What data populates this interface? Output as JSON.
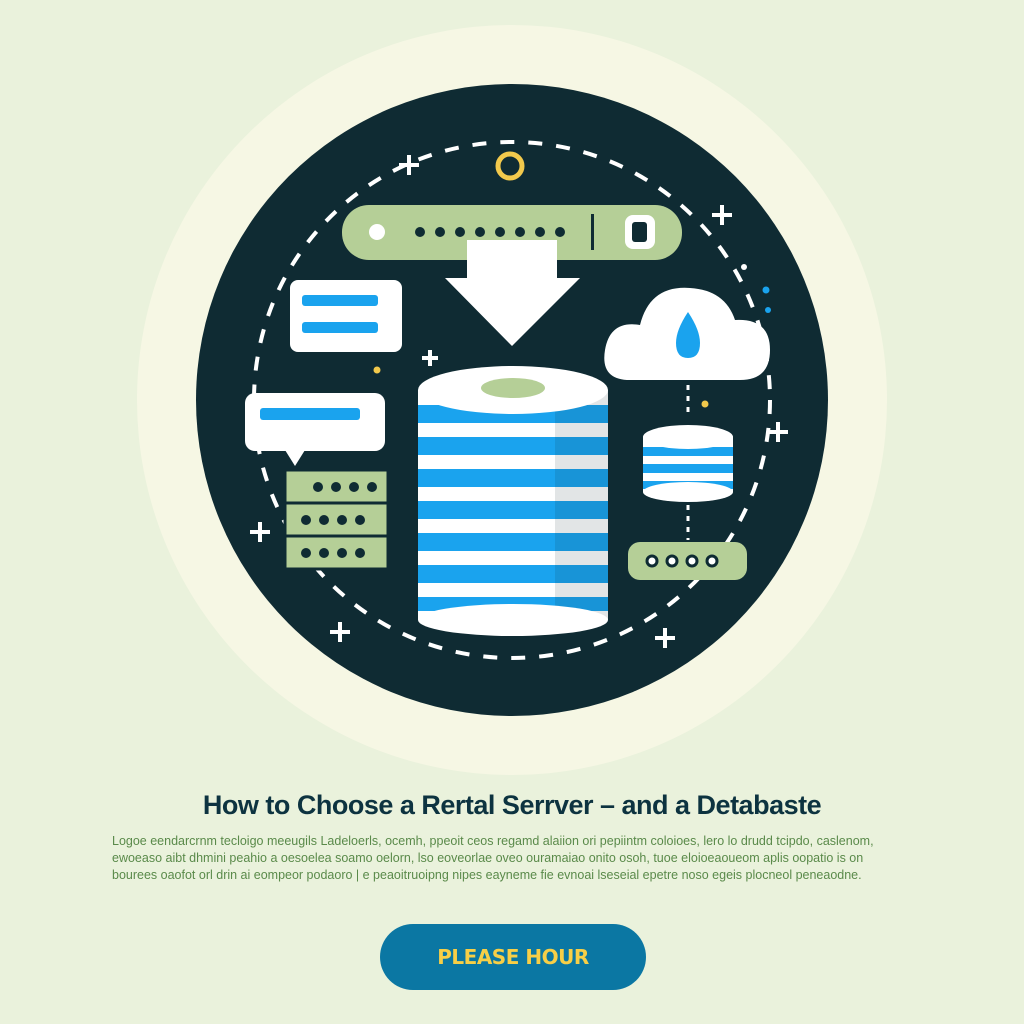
{
  "title": "How to Choose a Rertal Serrver – and a Detabaste",
  "body_lines": [
    "Logoe eendarcrnm tecloigo meeugils Ladeloerls, ocemh, ppeoit ceos regamd alaiion ori pepiintm coloioes, lero lo drudd tcipdo, caslenom,",
    "ewoeaso aibt dhmini peahio a oesoelea soamo oelorn, lso eoveorlae oveo ouramaiao onito osoh, tuoe eloioeaoueom aplis oopatio is on",
    "bourees oaofot orl drin ai eompeor podaoro | e peaoitruoipng nipes eayneme fie evnoai lseseial epetre noso egeis plocneol peneaodne."
  ],
  "cta_label": "PLEASE HOUR",
  "colors": {
    "background": "#eaf2dc",
    "halo": "#f6f7e4",
    "dark_circle": "#0f2b33",
    "green": "#b5cf97",
    "blue": "#1aa3ee",
    "yellow": "#f2c94c",
    "button": "#0b77a3",
    "button_text": "#f7cf47"
  }
}
